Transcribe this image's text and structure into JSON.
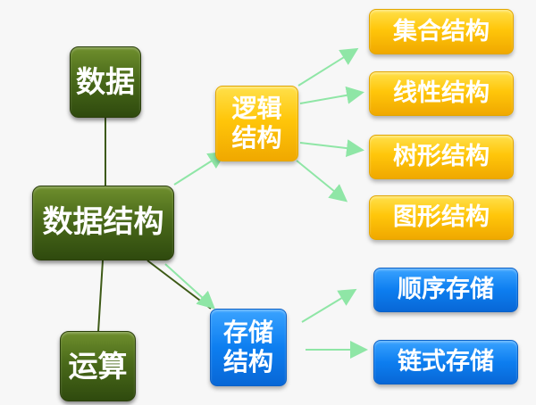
{
  "nodes": {
    "data": "数据",
    "data_structure": "数据结构",
    "operation": "运算",
    "logical_structure": "逻辑\n结构",
    "storage_structure": "存储\n结构",
    "set_structure": "集合结构",
    "linear_structure": "线性结构",
    "tree_structure": "树形结构",
    "graph_structure": "图形结构",
    "sequential_storage": "顺序存储",
    "linked_storage": "链式存储"
  },
  "colors": {
    "background": "#f7f7f7",
    "green_node": "#4a6a1a",
    "yellow_node": "#ffc60a",
    "blue_node": "#0d7ef0",
    "connector_dark": "#3d5a16",
    "arrow": "#8fe6a6"
  }
}
